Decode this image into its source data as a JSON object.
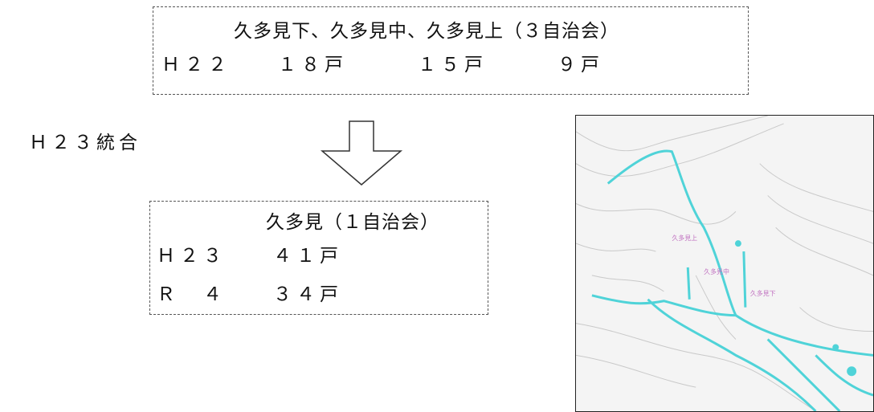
{
  "before": {
    "title": "久多見下、久多見中、久多見上（３自治会）",
    "row": "Ｈ２２　　１８戸　　　１５戸　　　９戸"
  },
  "merge_label": "Ｈ２３統合",
  "after": {
    "title": "久多見（１自治会）",
    "rows": [
      "Ｈ２３　　４１戸",
      "Ｒ　４　　３４戸"
    ]
  },
  "map": {
    "labels": [
      "久多見上",
      "久多見中",
      "久多見下"
    ],
    "water_color": "#4fd3d8",
    "label_color": "#c070c0"
  }
}
